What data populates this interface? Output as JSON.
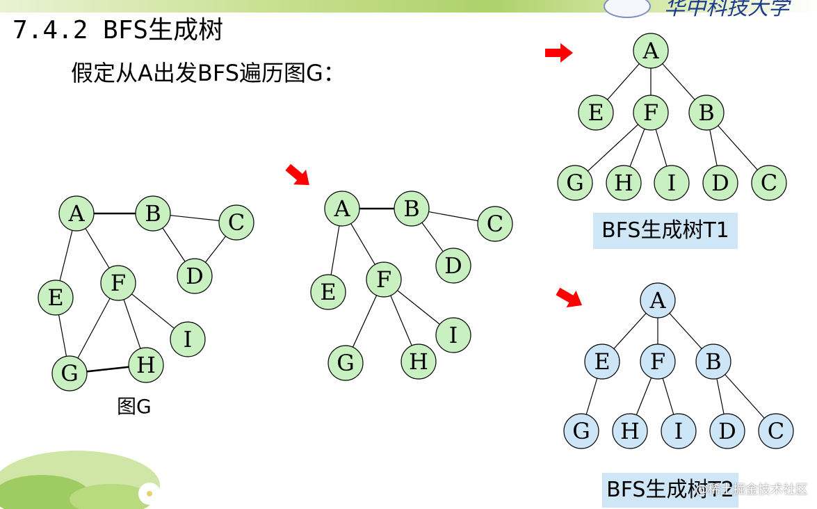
{
  "header": {
    "title": "7.4.2 BFS生成树",
    "subtitle": "假定从A出发BFS遍历图G："
  },
  "colors": {
    "green_node": "#c8f0c0",
    "blue_node": "#cde6f7",
    "arrow": "#ff0000",
    "label_bg": "#cfe6f7"
  },
  "graph_g": {
    "caption": "图G",
    "nodes": [
      "A",
      "B",
      "C",
      "D",
      "E",
      "F",
      "G",
      "H",
      "I"
    ],
    "edges": [
      [
        "A",
        "B"
      ],
      [
        "A",
        "E"
      ],
      [
        "A",
        "F"
      ],
      [
        "B",
        "C"
      ],
      [
        "B",
        "D"
      ],
      [
        "C",
        "D"
      ],
      [
        "E",
        "G"
      ],
      [
        "F",
        "G"
      ],
      [
        "F",
        "H"
      ],
      [
        "F",
        "I"
      ],
      [
        "G",
        "H"
      ]
    ]
  },
  "bfs_graph": {
    "nodes": [
      "A",
      "B",
      "C",
      "D",
      "E",
      "F",
      "G",
      "H",
      "I"
    ],
    "edges": [
      [
        "A",
        "B"
      ],
      [
        "A",
        "E"
      ],
      [
        "A",
        "F"
      ],
      [
        "B",
        "C"
      ],
      [
        "B",
        "D"
      ],
      [
        "F",
        "G"
      ],
      [
        "F",
        "H"
      ],
      [
        "F",
        "I"
      ]
    ]
  },
  "tree_t1": {
    "label": "BFS生成树T1",
    "nodes": [
      "A",
      "E",
      "F",
      "B",
      "G",
      "H",
      "I",
      "D",
      "C"
    ],
    "edges": [
      [
        "A",
        "E"
      ],
      [
        "A",
        "F"
      ],
      [
        "A",
        "B"
      ],
      [
        "F",
        "G"
      ],
      [
        "F",
        "H"
      ],
      [
        "F",
        "I"
      ],
      [
        "B",
        "D"
      ],
      [
        "B",
        "C"
      ]
    ]
  },
  "tree_t2": {
    "label": "BFS生成树T2",
    "nodes": [
      "A",
      "E",
      "F",
      "B",
      "G",
      "H",
      "I",
      "D",
      "C"
    ],
    "edges": [
      [
        "A",
        "E"
      ],
      [
        "A",
        "F"
      ],
      [
        "A",
        "B"
      ],
      [
        "E",
        "G"
      ],
      [
        "F",
        "H"
      ],
      [
        "F",
        "I"
      ],
      [
        "B",
        "D"
      ],
      [
        "B",
        "C"
      ]
    ]
  },
  "watermark": "@稀土掘金技术社区"
}
